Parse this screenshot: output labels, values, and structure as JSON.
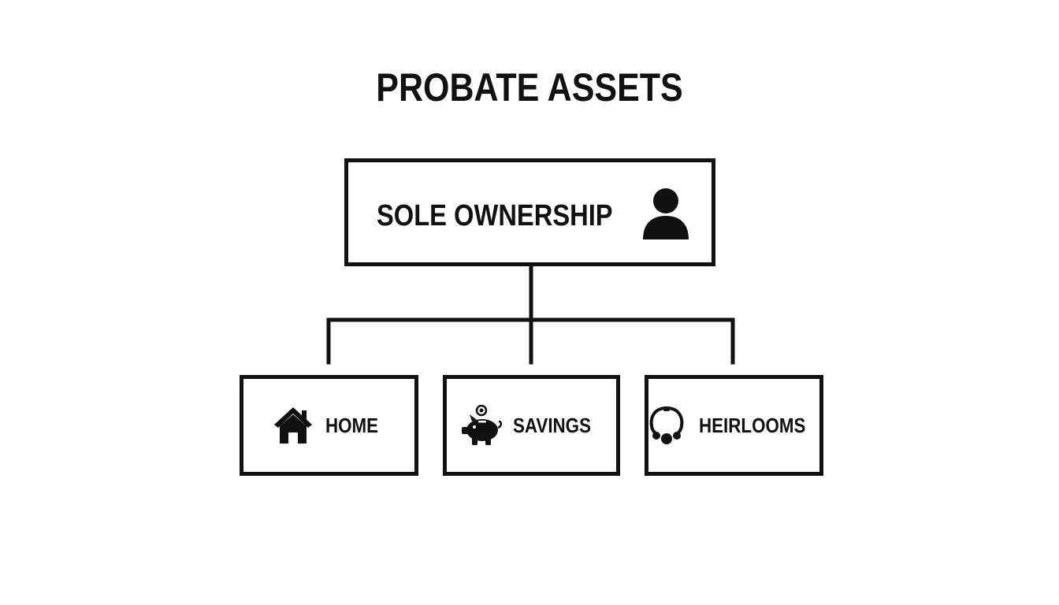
{
  "title": "PROBATE ASSETS",
  "root": {
    "label": "SOLE OWNERSHIP",
    "icon": "person-icon"
  },
  "children": [
    {
      "label": "HOME",
      "icon": "house-icon"
    },
    {
      "label": "SAVINGS",
      "icon": "piggy-bank-icon"
    },
    {
      "label": "HEIRLOOMS",
      "icon": "necklace-icon"
    }
  ],
  "colors": {
    "line": "#111111",
    "background": "#ffffff"
  }
}
